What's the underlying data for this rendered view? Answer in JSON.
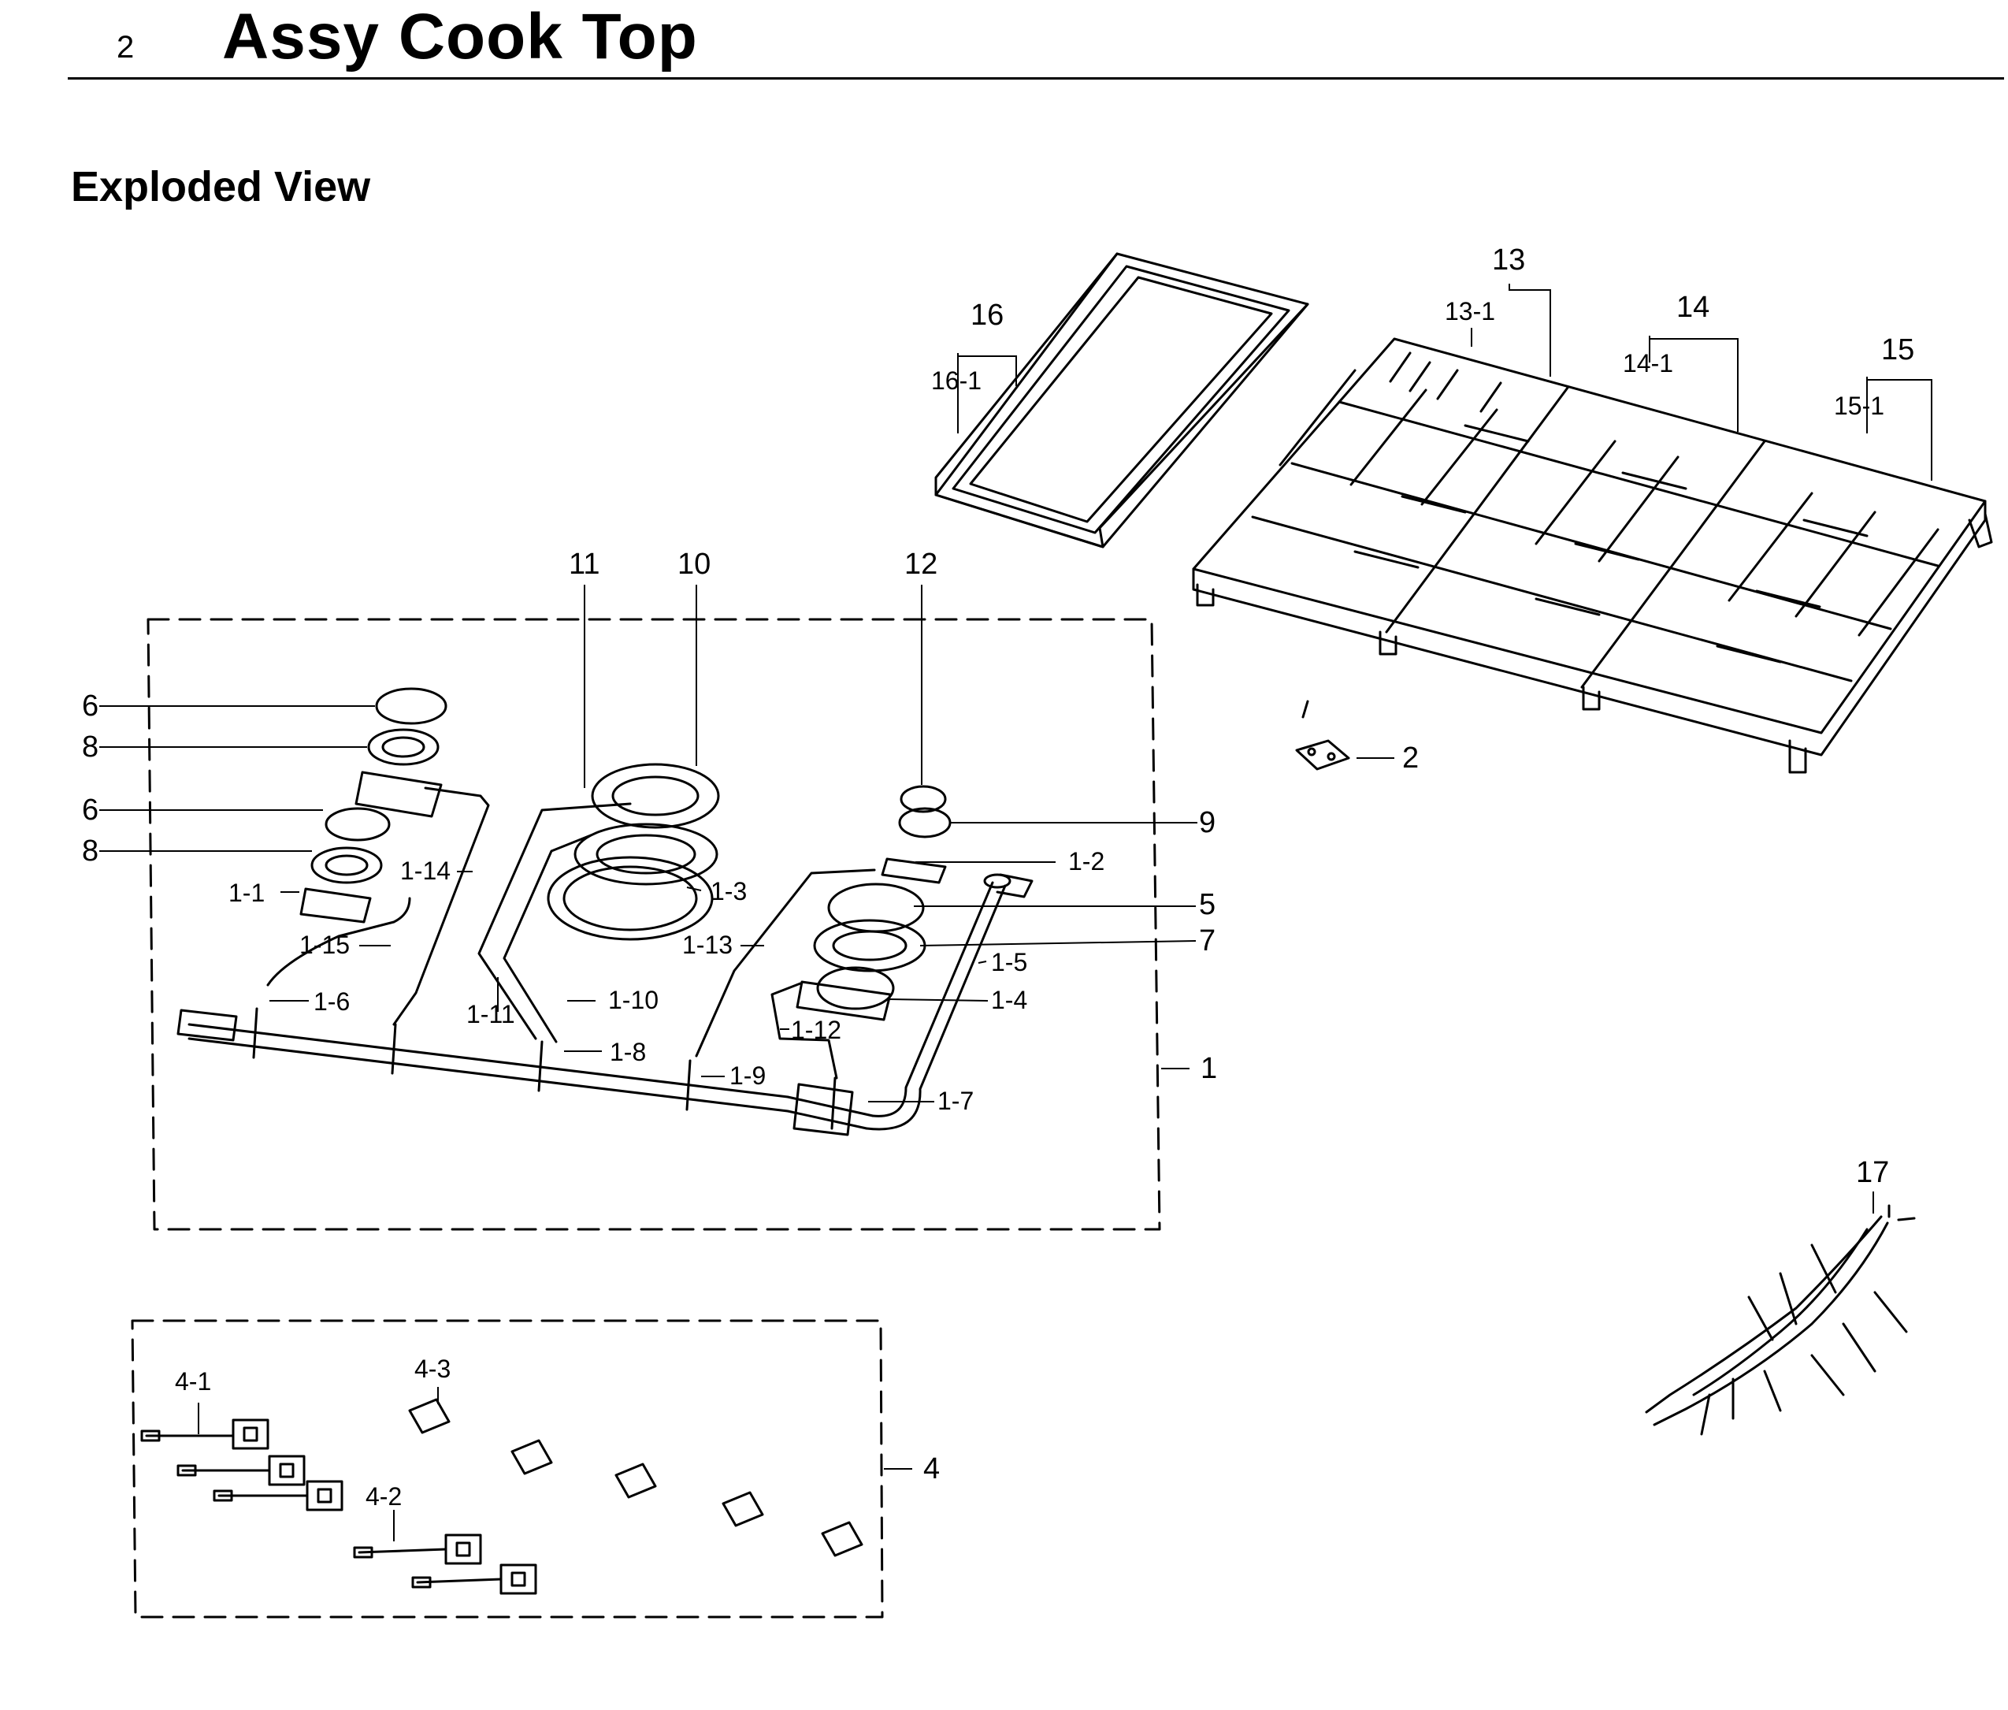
{
  "header": {
    "page_number": "2",
    "title": "Assy Cook Top"
  },
  "section_title": "Exploded View",
  "callouts": {
    "c13": "13",
    "c13_1": "13-1",
    "c14": "14",
    "c14_1": "14-1",
    "c15": "15",
    "c15_1": "15-1",
    "c16": "16",
    "c16_1": "16-1",
    "c11": "11",
    "c10": "10",
    "c12": "12",
    "c2": "2",
    "c6a": "6",
    "c8a": "8",
    "c6b": "6",
    "c8b": "8",
    "c9": "9",
    "c5": "5",
    "c7": "7",
    "c1": "1",
    "c1_1": "1-1",
    "c1_2": "1-2",
    "c1_3": "1-3",
    "c1_4": "1-4",
    "c1_5": "1-5",
    "c1_6": "1-6",
    "c1_7": "1-7",
    "c1_8": "1-8",
    "c1_9": "1-9",
    "c1_10": "1-10",
    "c1_11": "1-11",
    "c1_12": "1-12",
    "c1_13": "1-13",
    "c1_14": "1-14",
    "c1_15": "1-15",
    "c4": "4",
    "c4_1": "4-1",
    "c4_2": "4-2",
    "c4_3": "4-3",
    "c17": "17"
  }
}
